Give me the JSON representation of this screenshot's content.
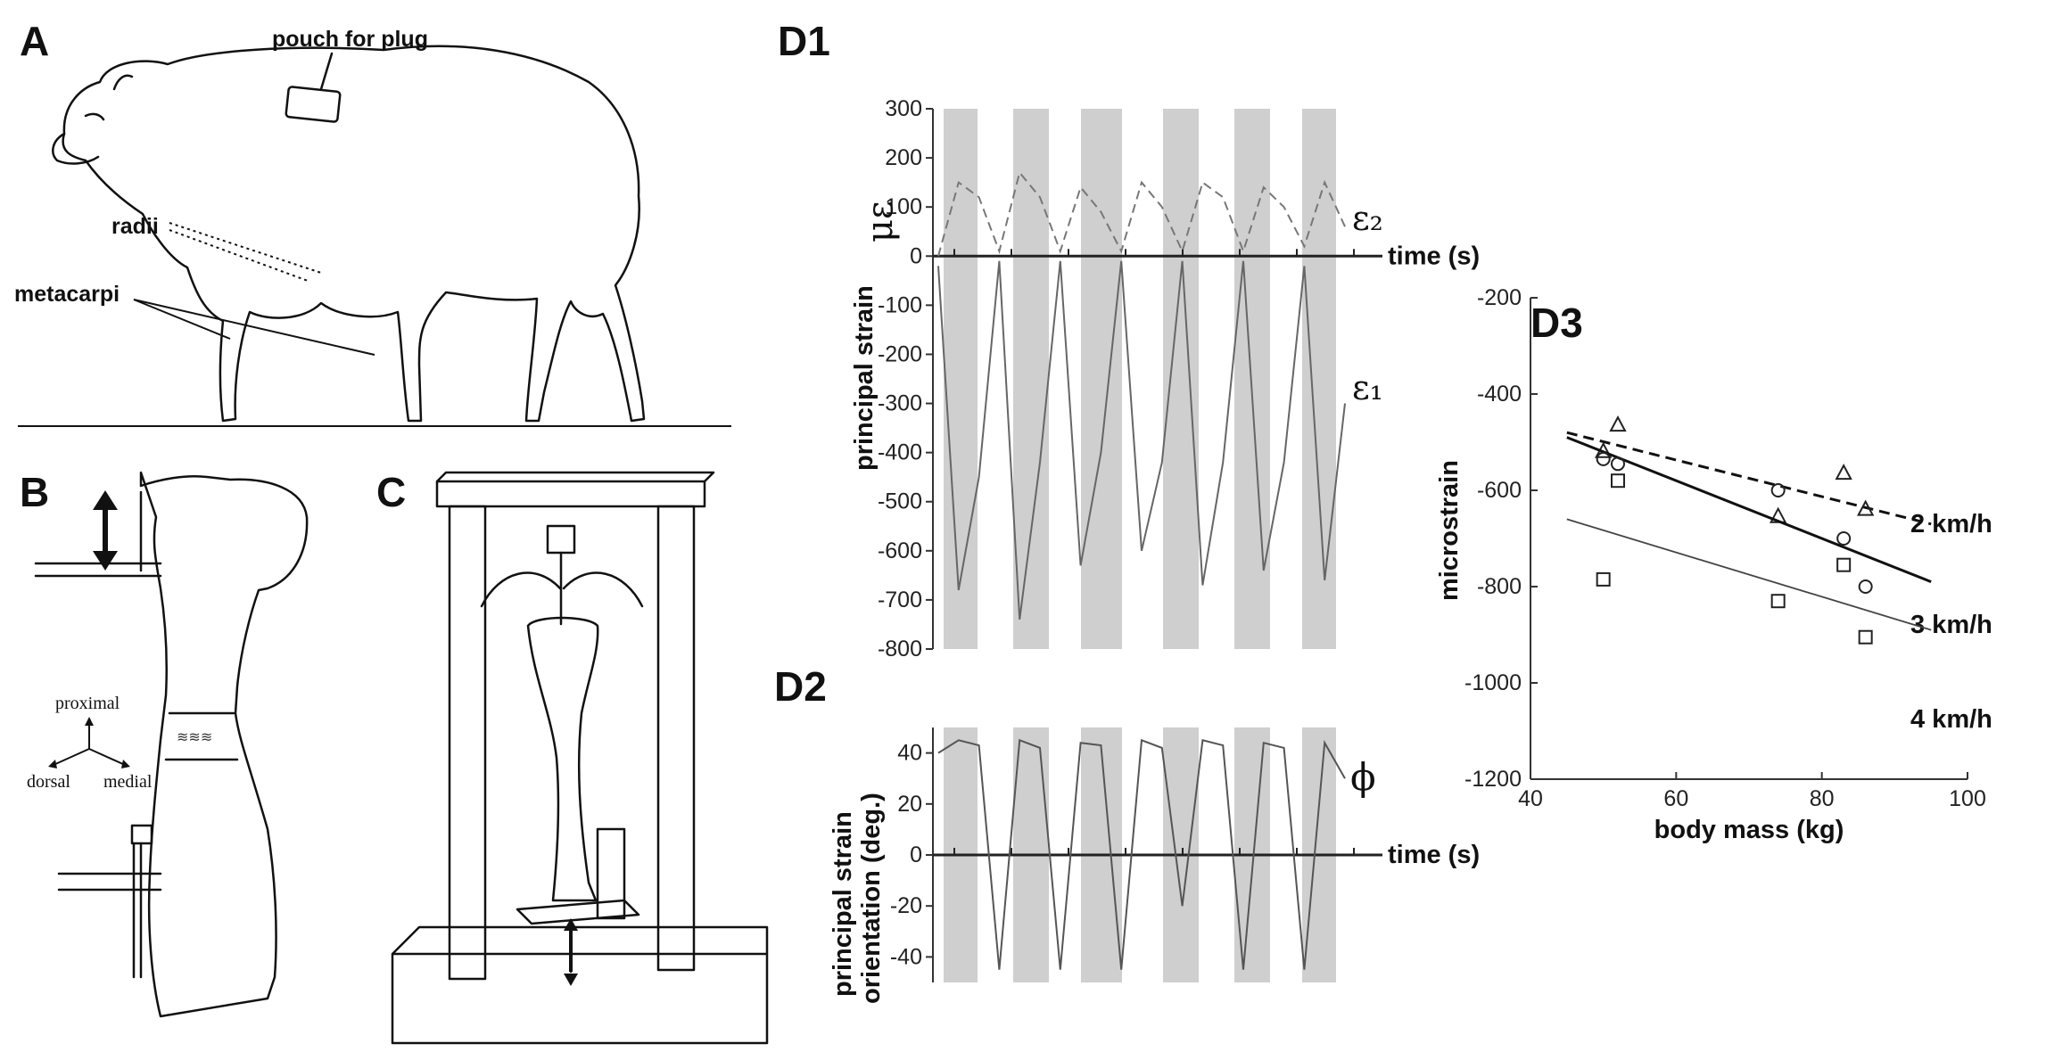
{
  "panel_labels": {
    "a": "A",
    "b": "B",
    "c": "C",
    "d1": "D1",
    "d2": "D2",
    "d3": "D3"
  },
  "sheep": {
    "pouch": "pouch for plug",
    "radii": "radii",
    "metacarpi": "metacarpi"
  },
  "bone": {
    "proximal": "proximal",
    "dorsal": "dorsal",
    "medial": "medial"
  },
  "chart_data": [
    {
      "type": "line",
      "panel": "D1",
      "ylabel": "principal strain",
      "ylabel_unit": "με",
      "xlabel": "time (s)",
      "ylim": [
        -800,
        300
      ],
      "yticks": [
        "300",
        "200",
        "100",
        "0",
        "-100",
        "-200",
        "-300",
        "-400",
        "-500",
        "-600",
        "-700",
        "-800"
      ],
      "series": [
        {
          "name": "ε₂",
          "style": "dashed",
          "values": [
            0,
            150,
            120,
            10,
            170,
            120,
            10,
            140,
            90,
            10,
            150,
            100,
            10,
            150,
            120,
            10,
            140,
            100,
            20,
            150,
            60
          ]
        },
        {
          "name": "ε₁",
          "style": "solid",
          "values": [
            -20,
            -680,
            -450,
            -10,
            -740,
            -420,
            -10,
            -630,
            -400,
            -10,
            -600,
            -420,
            -10,
            -670,
            -420,
            -10,
            -640,
            -420,
            -20,
            -660,
            -300
          ]
        }
      ]
    },
    {
      "type": "line",
      "panel": "D2",
      "ylabel": "principal strain orientation (deg.)",
      "ylabel_line1": "principal strain",
      "ylabel_line2": "orientation (deg.)",
      "xlabel": "time (s)",
      "series_label": "ϕ",
      "ylim": [
        -50,
        50
      ],
      "yticks": [
        "40",
        "20",
        "0",
        "-20",
        "-40"
      ],
      "series": [
        {
          "name": "ϕ",
          "values": [
            40,
            45,
            43,
            -45,
            45,
            42,
            -45,
            44,
            43,
            -45,
            45,
            42,
            -20,
            45,
            43,
            -45,
            44,
            42,
            -45,
            44,
            30
          ]
        }
      ]
    },
    {
      "type": "scatter",
      "panel": "D3",
      "xlabel": "body mass (kg)",
      "ylabel": "microstrain",
      "xlim": [
        40,
        100
      ],
      "ylim": [
        -1200,
        -200
      ],
      "xticks": [
        "40",
        "60",
        "80",
        "100"
      ],
      "yticks": [
        "-200",
        "-400",
        "-600",
        "-800",
        "-1000",
        "-1200"
      ],
      "series": [
        {
          "name": "2 km/h",
          "marker": "triangle",
          "line": "dashed",
          "fit": [
            [
              45,
              -480
            ],
            [
              95,
              -670
            ]
          ],
          "points": [
            [
              50,
              -520
            ],
            [
              52,
              -465
            ],
            [
              74,
              -655
            ],
            [
              83,
              -565
            ],
            [
              86,
              -640
            ]
          ]
        },
        {
          "name": "3 km/h",
          "marker": "circle",
          "line": "solid",
          "fit": [
            [
              45,
              -490
            ],
            [
              95,
              -790
            ]
          ],
          "points": [
            [
              50,
              -535
            ],
            [
              52,
              -545
            ],
            [
              74,
              -600
            ],
            [
              83,
              -700
            ],
            [
              86,
              -800
            ]
          ]
        },
        {
          "name": "4 km/h",
          "marker": "square",
          "line": "thin",
          "fit": [
            [
              45,
              -660
            ],
            [
              95,
              -890
            ]
          ],
          "points": [
            [
              50,
              -785
            ],
            [
              52,
              -580
            ],
            [
              74,
              -830
            ],
            [
              83,
              -755
            ],
            [
              86,
              -905
            ]
          ]
        }
      ]
    }
  ]
}
